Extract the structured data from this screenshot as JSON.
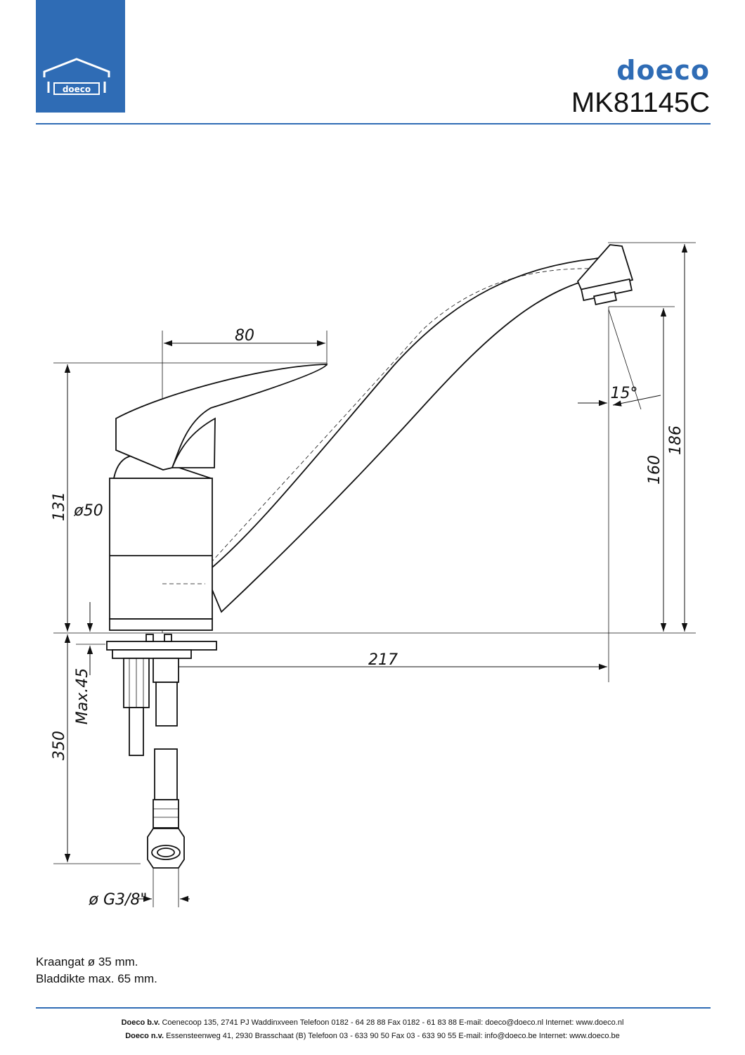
{
  "header": {
    "logo_text": "doeco",
    "brand": "doeco",
    "model": "MK81145C",
    "accent_color": "#2f6cb5"
  },
  "dimensions": {
    "handle_length": "80",
    "body_height": "131",
    "body_diameter": "ø50",
    "spout_reach": "217",
    "spout_clearance": "160",
    "total_height": "186",
    "spout_angle": "15°",
    "hose_length": "350",
    "max_thickness": "Max.45",
    "connection": "ø G3/8\""
  },
  "notes": {
    "line1": "Kraangat ø 35 mm.",
    "line2": "Bladdikte max. 65 mm."
  },
  "footer": {
    "line1_company": "Doeco b.v.",
    "line1_text": "Coenecoop 135,   2741 PJ  Waddinxveen   Telefoon 0182 - 64 28 88   Fax 0182 - 61 83 88   E-mail: doeco@doeco.nl   Internet: www.doeco.nl",
    "line2_company": "Doeco n.v.",
    "line2_text": "Essensteenweg 41, 2930  Brasschaat (B)  Telefoon 03 - 633 90 50   Fax 03 - 633 90 55   E-mail: info@doeco.be   Internet: www.doeco.be"
  }
}
